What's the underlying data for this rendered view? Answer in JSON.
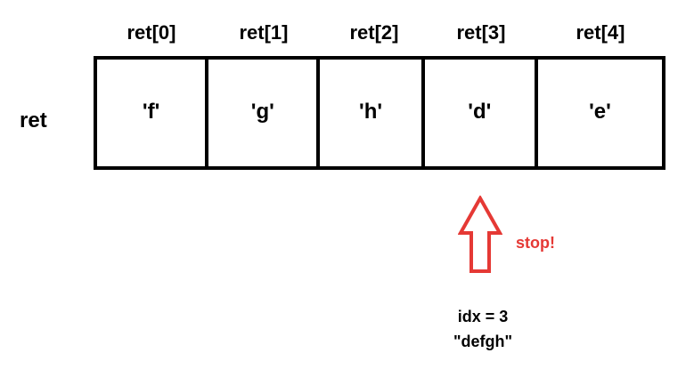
{
  "index_labels": [
    "ret[0]",
    "ret[1]",
    "ret[2]",
    "ret[3]",
    "ret[4]"
  ],
  "array_name": "ret",
  "cells": [
    "'f'",
    "'g'",
    "'h'",
    "'d'",
    "'e'"
  ],
  "pointer": {
    "target_cell": 3,
    "label": "stop!",
    "color": "#e53935"
  },
  "notes": {
    "idx_line": "idx = 3",
    "string_line": "\"defgh\""
  }
}
